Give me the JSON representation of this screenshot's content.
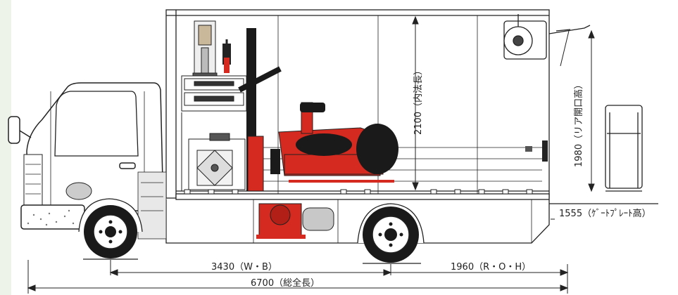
{
  "dimensions": {
    "interior_length": "2100（内法長）",
    "rear_opening_height": "1980（リア開口高）",
    "gate_plate_height": "1555（ｹﾞｰﾄﾌﾟﾚｰﾄ高）",
    "wheelbase": "3430（W・B）",
    "rear_overhang": "1960（R・O・H）",
    "overall_length": "6700（総全長）"
  },
  "colors": {
    "equipment_red": "#d42a1f",
    "line": "#222222",
    "tire": "#1a1a1a",
    "left_margin": "#eef3ea"
  }
}
